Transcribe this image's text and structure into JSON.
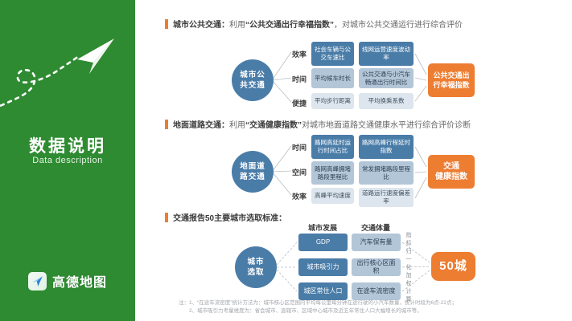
{
  "sidebar": {
    "title": "数据说明",
    "subtitle": "Data description",
    "brand": "高德地图"
  },
  "section1": {
    "title": "城市公共交通：",
    "desc_pre": "利用",
    "index_name": "“公共交通出行幸福指数”",
    "desc_post": "，对城市公共交通运行进行综合评价",
    "circle": [
      "城市公",
      "共交通"
    ],
    "branches": [
      "效率",
      "时间",
      "便捷"
    ],
    "col1": [
      "社会车辆与公交车速比",
      "平均候车时长",
      "平均步行距离"
    ],
    "col2": [
      "线网运营速度波动率",
      "公共交通与小汽车畅通出行时间比",
      "平均换乘系数"
    ],
    "result": [
      "公共交通出",
      "行幸福指数"
    ]
  },
  "section2": {
    "title": "地面道路交通：",
    "desc_pre": "利用",
    "index_name": "“交通健康指数”",
    "desc_post": "对城市地面道路交通健康水平进行综合评价诊断",
    "circle": [
      "地面道",
      "路交通"
    ],
    "branches": [
      "时间",
      "空间",
      "效率"
    ],
    "col1": [
      "路网高延时运行时间占比",
      "路网高峰拥堵路段里程比",
      "高峰平均速度"
    ],
    "col2": [
      "路网高峰行程延时指数",
      "常发拥堵路段里程比",
      "道路运行速度偏差率"
    ],
    "result": [
      "交通",
      "健康指数"
    ]
  },
  "section3": {
    "title": "交通报告50主要城市选取标准：",
    "col_headers": [
      "城市发展",
      "交通体量"
    ],
    "circle": [
      "城市",
      "选取"
    ],
    "col1": [
      "GDP",
      "城市吸引力",
      "城区常住人口"
    ],
    "col2": [
      "汽车保有量",
      "出行核心区面积",
      "在途车流密度"
    ],
    "vertical_note": "指标归一化加权计算",
    "result": "50城",
    "footnote1": "注：1、“在途车流密度”统计方法为：城市核心区范围内平均每公里每分钟在途行驶的小汽车数量，统计时段为6点-22点；",
    "footnote2": "2、城市吸引力考量维度为：省会城市、直辖市、区域中心城市及近五年常住人口大幅增长的城市等。"
  }
}
